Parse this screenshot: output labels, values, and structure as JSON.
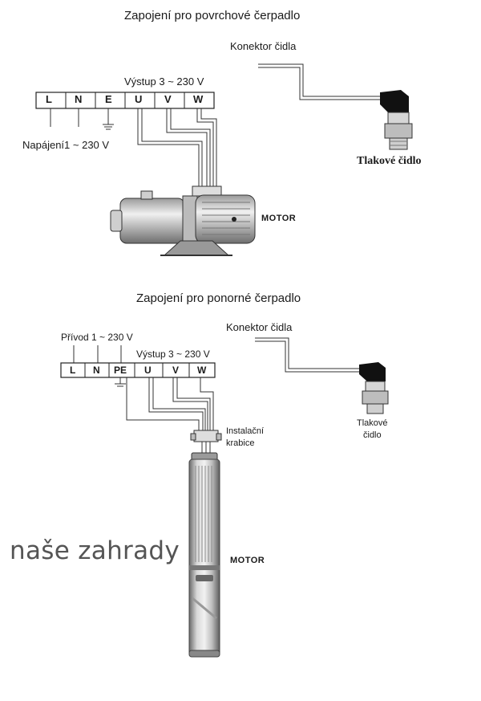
{
  "top": {
    "title": "Zapojení pro povrchové čerpadlo",
    "connector_label": "Konektor čidla",
    "output_label": "Výstup 3 ~ 230 V",
    "supply_label": "Napájení1 ~ 230 V",
    "sensor_label": "Tlakové čidlo",
    "motor_label": "MOTOR",
    "terminals": [
      "L",
      "N",
      "E",
      "U",
      "V",
      "W"
    ]
  },
  "bottom": {
    "title": "Zapojení pro ponorné čerpadlo",
    "connector_label": "Konektor čidla",
    "supply_label": "Přívod 1 ~ 230 V",
    "output_label": "Výstup 3 ~ 230 V",
    "junction_label_1": "Instalační",
    "junction_label_2": "krabice",
    "sensor_label_1": "Tlakové",
    "sensor_label_2": "čidlo",
    "motor_label": "MOTOR",
    "terminals": [
      "L",
      "N",
      "PE",
      "U",
      "V",
      "W"
    ]
  },
  "watermark": "naše zahrady"
}
